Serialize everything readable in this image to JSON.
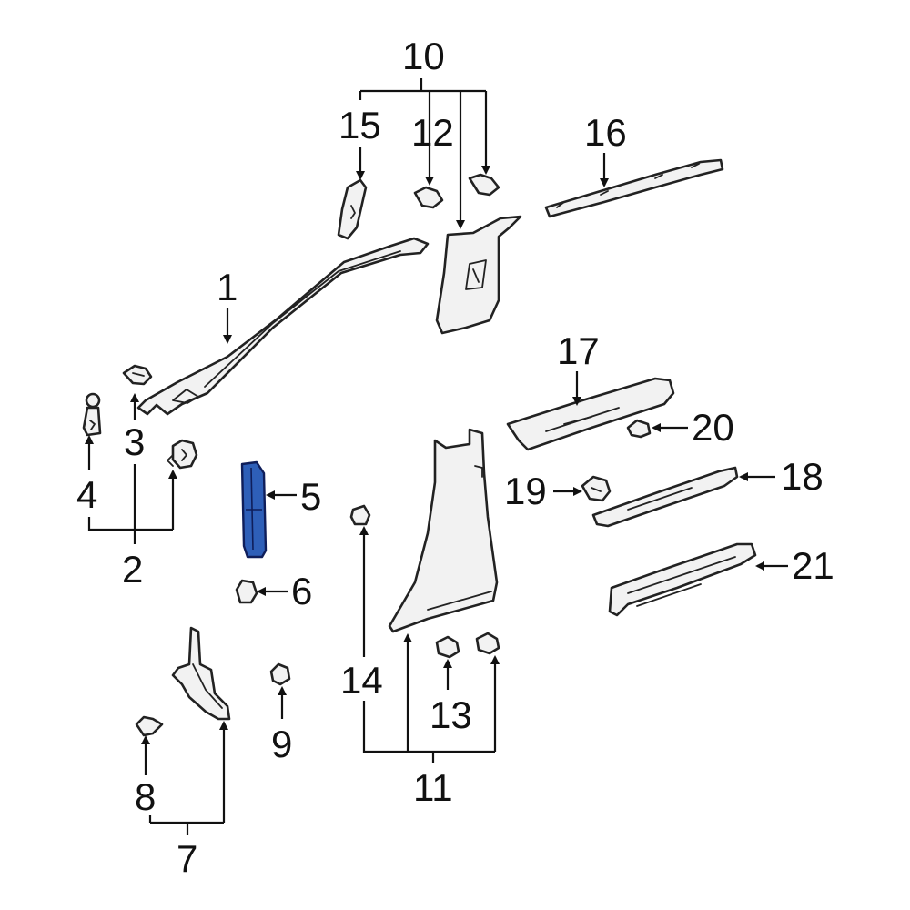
{
  "diagram": {
    "highlighted_part": "5",
    "highlight_color": "#2e5fb8",
    "line_color": "#111111",
    "part_fill_color": "#f2f2f2",
    "callouts": [
      {
        "id": "c1",
        "label": "1"
      },
      {
        "id": "c2",
        "label": "2"
      },
      {
        "id": "c3",
        "label": "3"
      },
      {
        "id": "c4",
        "label": "4"
      },
      {
        "id": "c5",
        "label": "5"
      },
      {
        "id": "c6",
        "label": "6"
      },
      {
        "id": "c7",
        "label": "7"
      },
      {
        "id": "c8",
        "label": "8"
      },
      {
        "id": "c9",
        "label": "9"
      },
      {
        "id": "c10",
        "label": "10"
      },
      {
        "id": "c11",
        "label": "11"
      },
      {
        "id": "c12",
        "label": "12"
      },
      {
        "id": "c13",
        "label": "13"
      },
      {
        "id": "c14",
        "label": "14"
      },
      {
        "id": "c15",
        "label": "15"
      },
      {
        "id": "c16",
        "label": "16"
      },
      {
        "id": "c17",
        "label": "17"
      },
      {
        "id": "c18",
        "label": "18"
      },
      {
        "id": "c19",
        "label": "19"
      },
      {
        "id": "c20",
        "label": "20"
      },
      {
        "id": "c21",
        "label": "21"
      }
    ]
  }
}
